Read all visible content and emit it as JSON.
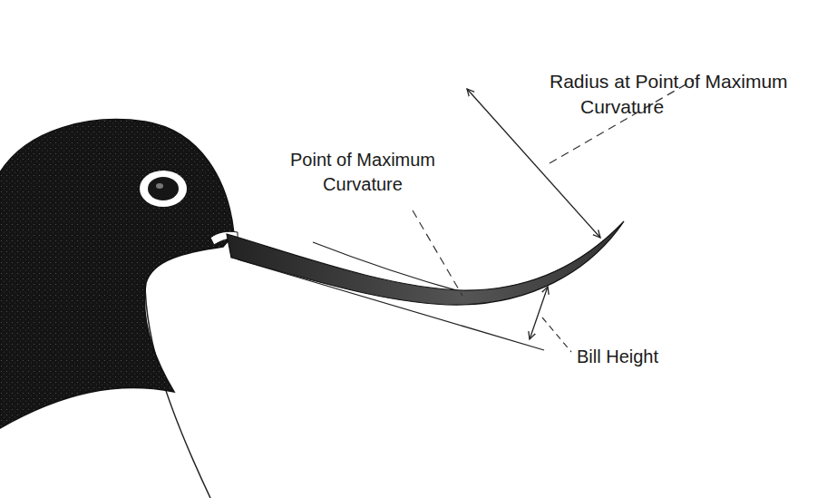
{
  "diagram": {
    "labels": [
      "Radius at Point of Maximum Curvature",
      "Point of Maximum Curvature",
      "Bill Height"
    ]
  }
}
